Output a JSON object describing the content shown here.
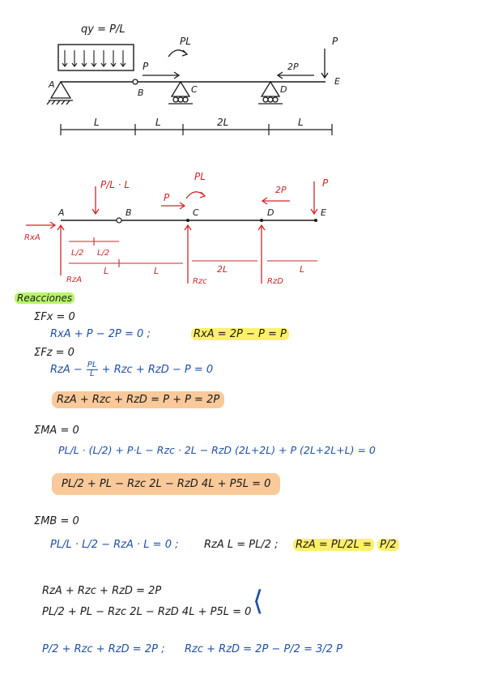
{
  "diagram1": {
    "load_label": "qy = P/L",
    "moment_label": "PL",
    "force_P_label": "P",
    "force_2P_label": "2P",
    "top_P_label": "P",
    "node_A": "A",
    "node_B": "B",
    "node_C": "C",
    "node_D": "D",
    "node_E": "E",
    "dims": [
      "L",
      "L",
      "2L",
      "L"
    ]
  },
  "diagram2": {
    "resultant_label": "P/L · L",
    "moment_label": "PL",
    "force_P_label": "P",
    "force_2P_label": "2P",
    "top_P_label": "P",
    "rxa_label": "RxA",
    "rza_label": "RzA",
    "rzc_label": "Rzc",
    "rzd_label": "RzD",
    "node_A": "A",
    "node_B": "B",
    "node_C": "C",
    "node_D": "D",
    "node_E": "E",
    "half1": "L/2",
    "half2": "L/2",
    "dims": [
      "L",
      "L",
      "2L",
      "L"
    ]
  },
  "section_title": "Reacciones",
  "eq": {
    "sum_fx": "ΣFx = 0",
    "fx_line": "RxA + P − 2P = 0 ;",
    "fx_result": "RxA = 2P − P = P",
    "sum_fz": "ΣFz = 0",
    "fz_line_a": "RzA −",
    "fz_line_frac_n": "PL",
    "fz_line_frac_d": "L",
    "fz_line_b": "+ Rzc + RzD − P = 0",
    "fz_result": "RzA + Rzc + RzD = P + P = 2P",
    "sum_ma": "ΣMA = 0",
    "ma_line": "PL/L · (L/2) + P·L − Rzc · 2L − RzD (2L+2L) + P (2L+2L+L) = 0",
    "ma_result": "PL/2 + PL − Rzc 2L − RzD 4L + P5L = 0",
    "sum_mb": "ΣMB = 0",
    "mb_line": "PL/L · L/2 − RzA · L = 0 ;",
    "mb_mid": "RzA L = PL/2 ;",
    "mb_result_a": "RzA = PL/2L =",
    "mb_result_b": "P/2",
    "sys1": "RzA + Rzc + RzD = 2P",
    "sys2": "PL/2 + PL − Rzc 2L − RzD 4L + P5L = 0",
    "final_a": "P/2 + Rzc + RzD = 2P ;",
    "final_b": "Rzc + RzD = 2P − P/2 = 3/2 P"
  },
  "colors": {
    "ink": "#1a1a1a",
    "blue": "#1f4fa8",
    "red": "#d0262b",
    "yellow": "#fff06a",
    "orange": "#f9c99a",
    "green": "#b8f56a"
  }
}
